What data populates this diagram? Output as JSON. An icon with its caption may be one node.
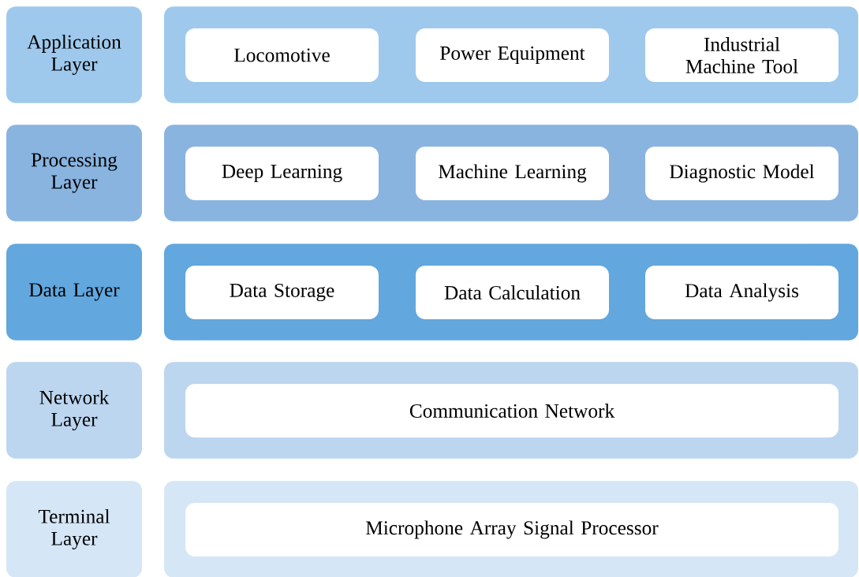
{
  "diagram": {
    "nodes": [
      {
        "text": [
          "Application Layer"
        ]
      },
      {
        "text": [],
        "shape": "box"
      },
      {
        "text": [
          "Locomotive"
        ],
        "in": 1
      },
      {
        "text": [
          "Power Equipment"
        ],
        "in": 1
      },
      {
        "text": [
          "Industrial Machine Tool"
        ],
        "in": 1
      },
      {
        "text": [
          "Processing Layer"
        ]
      },
      {
        "text": [],
        "shape": "box"
      },
      {
        "text": [
          "Deep Learning"
        ],
        "in": 6
      },
      {
        "text": [
          "Machine Learning"
        ],
        "in": 6
      },
      {
        "text": [
          "Diagnostic Model"
        ],
        "in": 6
      },
      {
        "text": [
          "Data Layer"
        ]
      },
      {
        "text": [],
        "shape": "box"
      },
      {
        "text": [
          "Data Storage"
        ],
        "in": 11
      },
      {
        "text": [
          "Data Calculation"
        ],
        "in": 11
      },
      {
        "text": [
          "Data Analysis"
        ],
        "in": 11
      },
      {
        "text": [
          "Network Layer"
        ]
      },
      {
        "text": [],
        "shape": "box"
      },
      {
        "text": [
          "Communication Network"
        ],
        "in": 16
      },
      {
        "text": [
          "Terminal Layer"
        ]
      },
      {
        "text": [],
        "shape": "box"
      },
      {
        "text": [
          "Microphone Array Signal Processor"
        ],
        "in": 19
      }
    ]
  }
}
